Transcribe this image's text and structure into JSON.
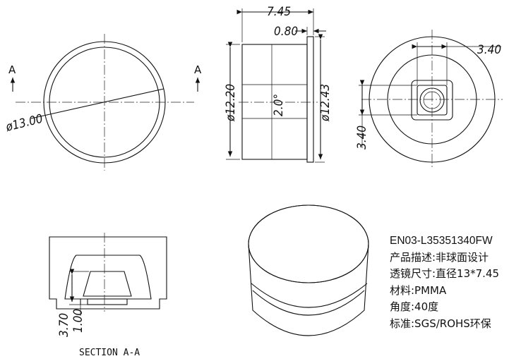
{
  "views": {
    "front": {
      "section_marker_left": "A",
      "section_marker_right": "A",
      "diameter_label": "ø13.00"
    },
    "side": {
      "length_label": "7.45",
      "flange_label": "0.80",
      "left_diameter_label": "ø12.20",
      "angle_label": "2.0°",
      "right_diameter_label": "ø12.43"
    },
    "back": {
      "width_label": "3.40",
      "height_label": "3.40"
    },
    "section": {
      "height_label": "3.70",
      "step_label": "1.00",
      "caption": "SECTION A-A"
    }
  },
  "spec": {
    "model": "EN03-L35351340FW",
    "description": "产品描述:非球面设计",
    "size": "透镜尺寸:直径13*7.45",
    "material": "材料:PMMA",
    "angle": "角度:40度",
    "standard": "标准:SGS/ROHS环保"
  }
}
